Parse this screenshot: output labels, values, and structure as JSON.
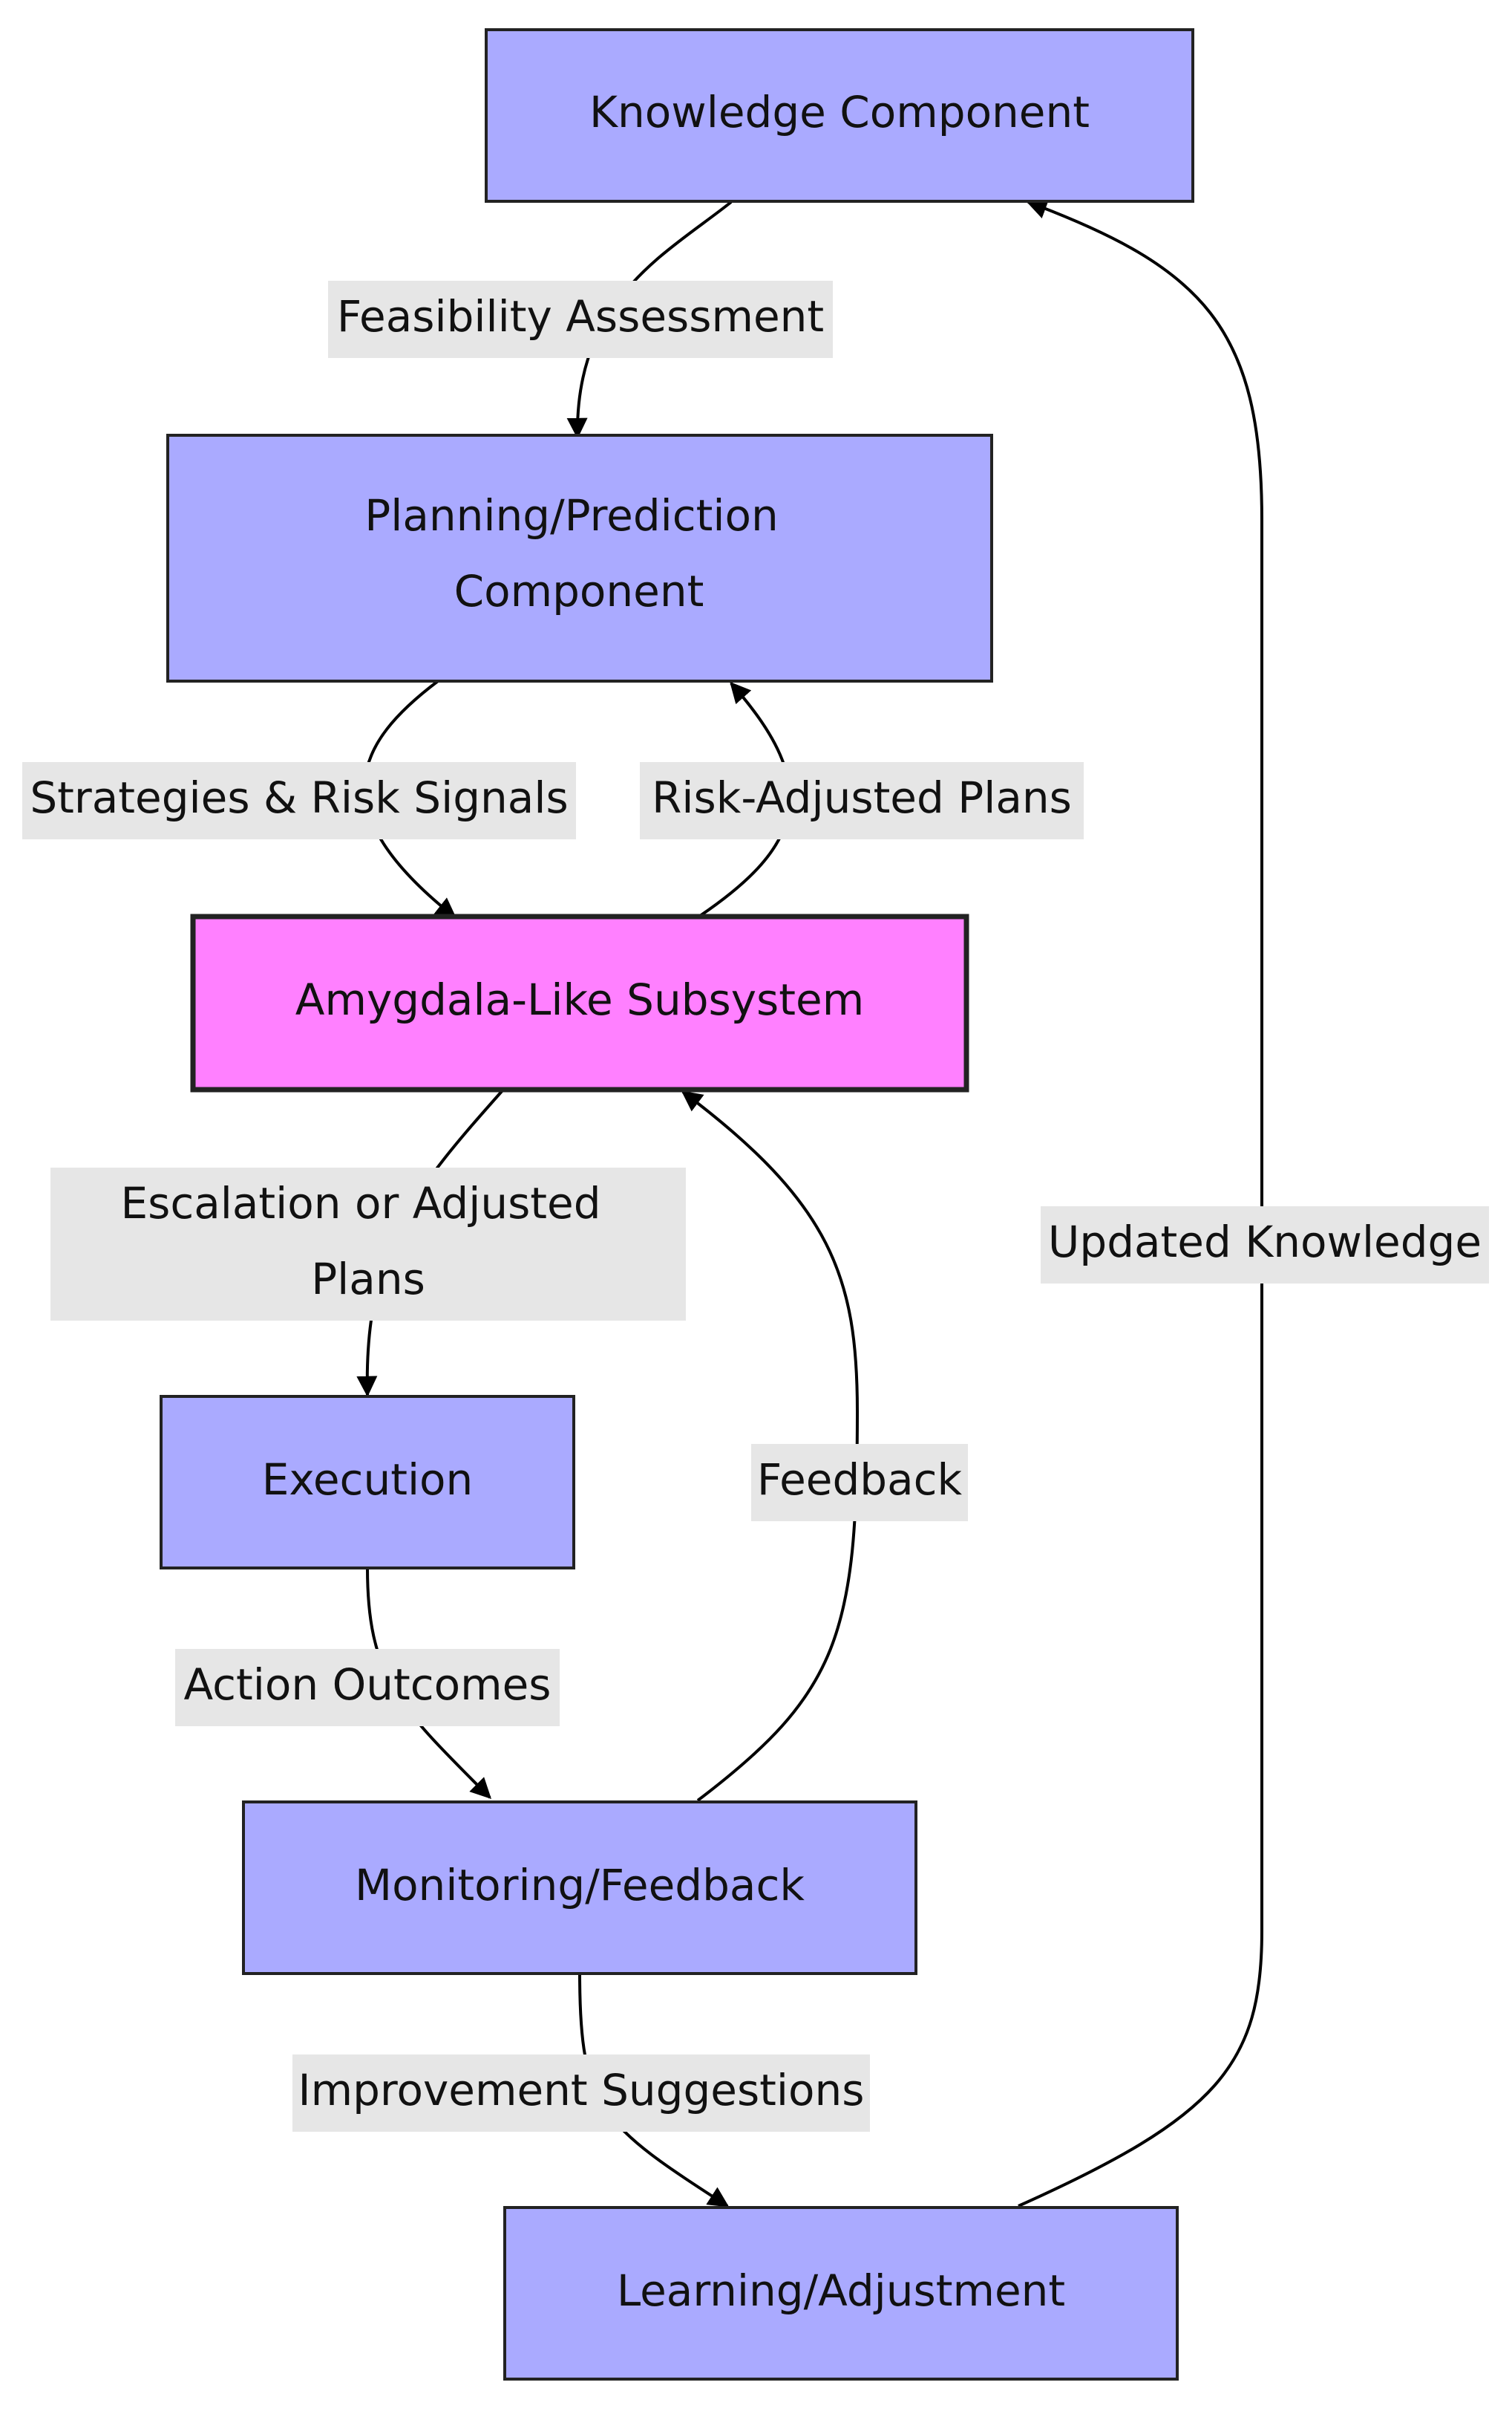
{
  "colors": {
    "node_fill": "#aaaaff",
    "highlight_fill": "#ff80ff",
    "label_bg": "#e6e6e6",
    "stroke": "#222222"
  },
  "nodes": {
    "knowledge": {
      "label": "Knowledge Component"
    },
    "planning": {
      "line1": "Planning/Prediction",
      "line2": "Component"
    },
    "amygdala": {
      "label": "Amygdala-Like Subsystem"
    },
    "execution": {
      "label": "Execution"
    },
    "monitoring": {
      "label": "Monitoring/Feedback"
    },
    "learning": {
      "label": "Learning/Adjustment"
    }
  },
  "edges": {
    "feasibility": {
      "label": "Feasibility Assessment"
    },
    "strategies": {
      "label": "Strategies & Risk Signals"
    },
    "risk_adjusted": {
      "label": "Risk-Adjusted Plans"
    },
    "escalation": {
      "line1": "Escalation or Adjusted",
      "line2": "Plans"
    },
    "action_outcomes": {
      "label": "Action Outcomes"
    },
    "feedback": {
      "label": "Feedback"
    },
    "improvement": {
      "label": "Improvement Suggestions"
    },
    "updated_knowledge": {
      "label": "Updated Knowledge"
    }
  }
}
